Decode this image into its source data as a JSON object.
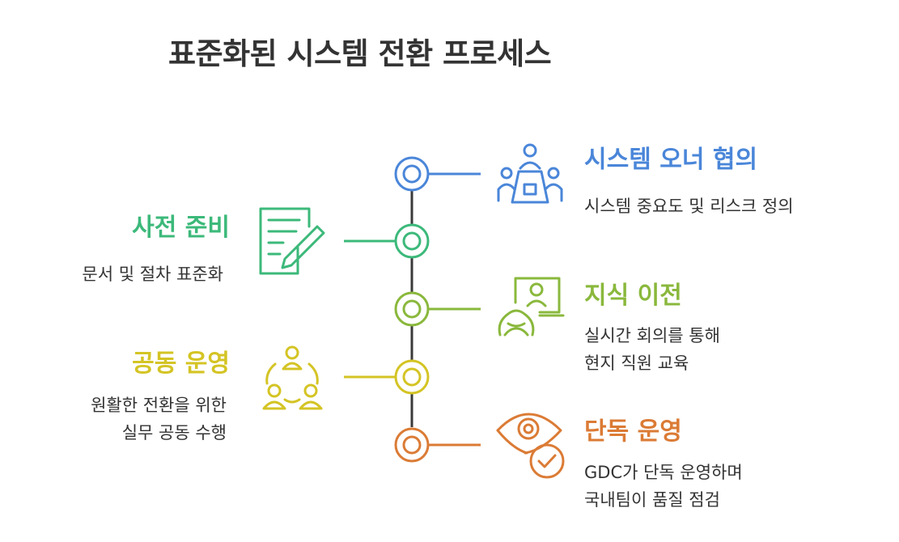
{
  "title": "표준화된 시스템 전환 프로세스",
  "steps": [
    {
      "heading": "시스템 오너 협의",
      "desc_line1": "시스템 중요도 및 리스크 정의",
      "desc_line2": "",
      "color": "#4a86d9",
      "icon": "team-meeting-icon"
    },
    {
      "heading": "사전 준비",
      "desc_line1": "문서 및 절차 표준화",
      "desc_line2": "",
      "color": "#3cb97a",
      "icon": "document-edit-icon"
    },
    {
      "heading": "지식 이전",
      "desc_line1": "실시간 회의를 통해",
      "desc_line2": "현지 직원 교육",
      "color": "#8ab83c",
      "icon": "video-conference-icon"
    },
    {
      "heading": "공동 운영",
      "desc_line1": "원활한 전환을 위한",
      "desc_line2": "실무 공동 수행",
      "color": "#d4c424",
      "icon": "collaboration-icon"
    },
    {
      "heading": "단독 운영",
      "desc_line1": "GDC가 단독 운영하며",
      "desc_line2": "국내팀이 품질 점검",
      "color": "#db7b35",
      "icon": "eye-check-icon"
    }
  ]
}
